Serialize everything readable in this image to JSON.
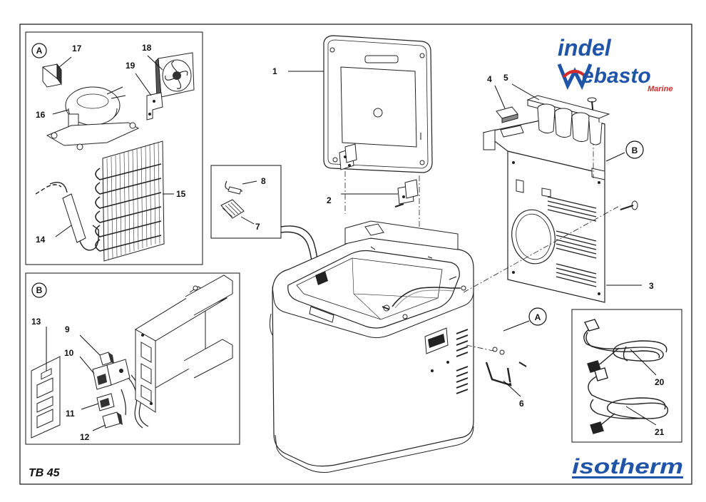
{
  "model": "TB 45",
  "brands": {
    "indel": "indel",
    "webasto": "ebasto",
    "webasto_initial": "W",
    "marine": "Marine",
    "isotherm": "isotherm",
    "blue": "#1f54a8",
    "red": "#d42a2a"
  },
  "insets": {
    "a": "A",
    "b": "B",
    "callout_a": "A",
    "callout_b": "B"
  },
  "parts": {
    "p1": "1",
    "p2": "2",
    "p3": "3",
    "p4": "4",
    "p5": "5",
    "p6": "6",
    "p7": "7",
    "p8": "8",
    "p9": "9",
    "p10": "10",
    "p11": "11",
    "p12": "12",
    "p13": "13",
    "p14": "14",
    "p15": "15",
    "p16": "16",
    "p17": "17",
    "p18": "18",
    "p19": "19",
    "p20": "20",
    "p21": "21"
  }
}
